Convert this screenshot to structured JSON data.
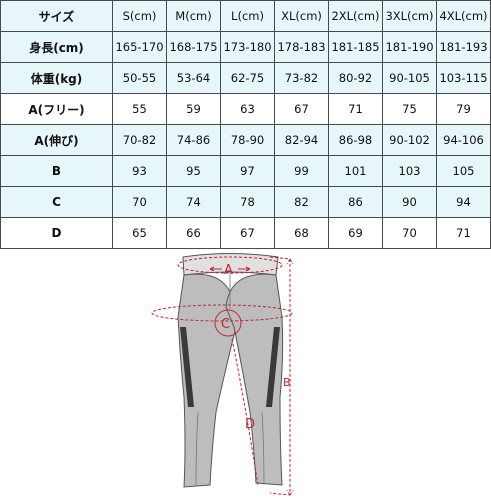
{
  "table": {
    "header": [
      "サイズ",
      "S(cm)",
      "M(cm)",
      "L(cm)",
      "XL(cm)",
      "2XL(cm)",
      "3XL(cm)",
      "4XL(cm)"
    ],
    "rows": [
      {
        "label": "身長(cm)",
        "values": [
          "165-170",
          "168-175",
          "173-180",
          "178-183",
          "181-185",
          "181-190",
          "181-193"
        ]
      },
      {
        "label": "体重(kg)",
        "values": [
          "50-55",
          "53-64",
          "62-75",
          "73-82",
          "80-92",
          "90-105",
          "103-115"
        ]
      },
      {
        "label": "A(フリー)",
        "values": [
          "55",
          "59",
          "63",
          "67",
          "71",
          "75",
          "79"
        ]
      },
      {
        "label": "A(伸び)",
        "values": [
          "70-82",
          "74-86",
          "78-90",
          "82-94",
          "86-98",
          "90-102",
          "94-106"
        ]
      },
      {
        "label": "B",
        "values": [
          "93",
          "95",
          "97",
          "99",
          "101",
          "103",
          "105"
        ]
      },
      {
        "label": "C",
        "values": [
          "70",
          "74",
          "78",
          "82",
          "86",
          "90",
          "94"
        ]
      },
      {
        "label": "D",
        "values": [
          "65",
          "66",
          "67",
          "68",
          "69",
          "70",
          "71"
        ]
      }
    ]
  },
  "diagram": {
    "labels": {
      "a": "A",
      "b": "B",
      "c": "C",
      "d": "D"
    }
  },
  "colors": {
    "shade": "#e7f6f8",
    "border": "#4a4a4a",
    "measure": "#c0262f",
    "pants": "#bdbdbd",
    "waistband": "#e0e0e0"
  }
}
